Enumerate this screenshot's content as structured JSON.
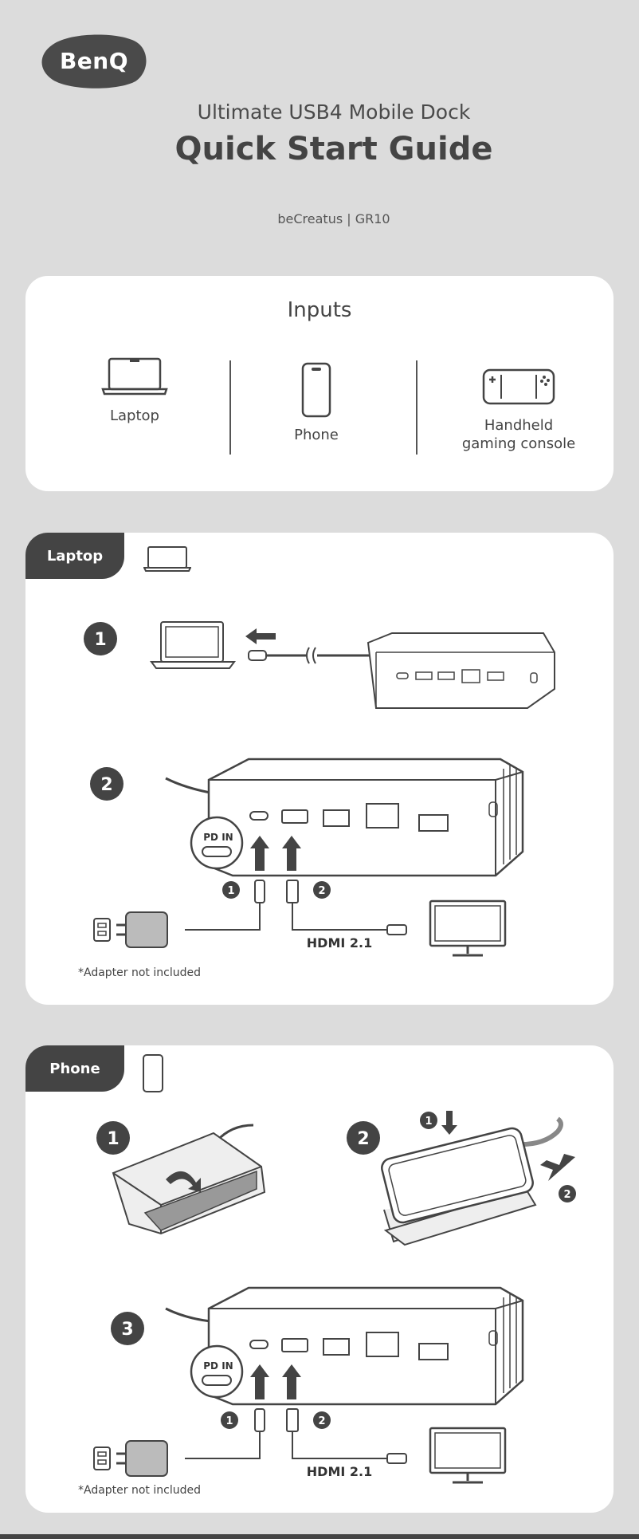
{
  "brand": {
    "logo_text": "BenQ"
  },
  "header": {
    "subtitle": "Ultimate USB4 Mobile Dock",
    "title": "Quick Start Guide",
    "model": "beCreatus  |  GR10"
  },
  "inputs": {
    "title": "Inputs",
    "items": [
      {
        "label": "Laptop",
        "icon": "laptop-icon"
      },
      {
        "label": "Phone",
        "icon": "phone-icon"
      },
      {
        "label_line1": "Handheld",
        "label_line2": "gaming console",
        "icon": "gamepad-icon"
      }
    ]
  },
  "laptop_section": {
    "tab": "Laptop",
    "step1": "1",
    "step2": "2",
    "sub1": "1",
    "sub2": "2",
    "pd_label": "PD IN",
    "hdmi_label": "HDMI 2.1",
    "note": "*Adapter not included"
  },
  "phone_section": {
    "tab": "Phone",
    "step1": "1",
    "step2": "2",
    "step3": "3",
    "sub1": "1",
    "sub2": "2",
    "pd_label": "PD IN",
    "hdmi_label": "HDMI 2.1",
    "note": "*Adapter not included"
  },
  "colors": {
    "dark": "#444444",
    "background": "#dcdcdc",
    "card": "#ffffff"
  }
}
